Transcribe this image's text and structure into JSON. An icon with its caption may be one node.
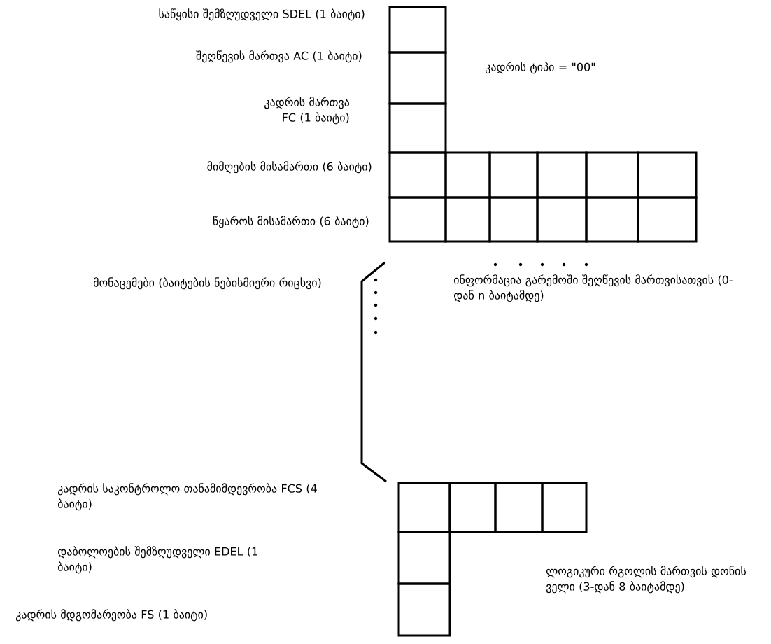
{
  "diagram": {
    "labels": [
      "საწყისი შემზღუდველი SDEL (1 ბაიტი)",
      "შეღწევის მართვა AC (1 ბაიტი)",
      "კადრის ტიპი = \"00\"",
      "კადრის მართვა FC (1 ბაიტი)",
      "მიმღების მისამართი (6 ბაიტი)",
      "წყაროს მისამართი (6 ბაიტი)",
      "მონაცემები (ბაიტების ნებისმიერი რიცხვი)",
      "ინფორმაცია გარემოში შეღწევის მართვისათვის (0-დან n ბაიტამდე)",
      "კადრის საკონტროლო თანამიმდევრობა FCS (4 ბაიტი)",
      "დაბოლოების შემზღუდველი EDEL (1 ბაიტი)",
      "ლოგიკური რგოლის მართვის დონის ველი (3-დან 8 ბაიტამდე)",
      "კადრის მდგომარეობა FS (1 ბაიტი)"
    ]
  }
}
